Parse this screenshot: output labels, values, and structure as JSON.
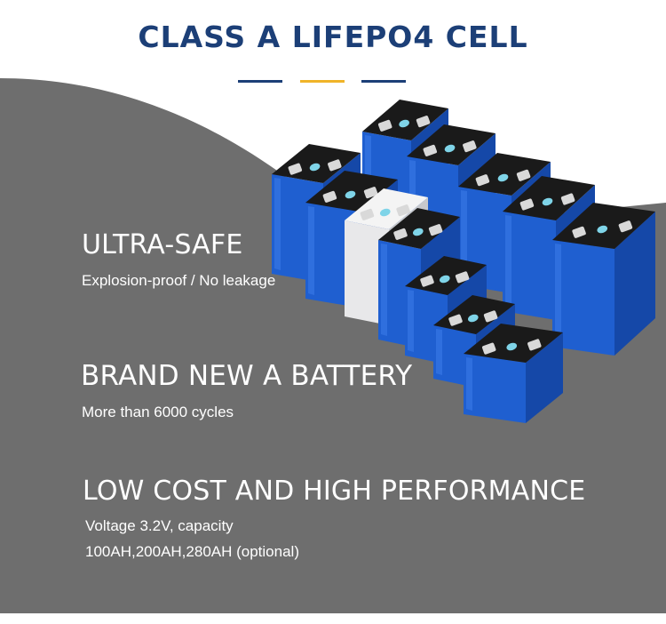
{
  "header": {
    "title": "CLASS A LIFEPO4 CELL",
    "divider_colors": [
      "#1c3f77",
      "#f0b429",
      "#1c3f77"
    ]
  },
  "features": [
    {
      "title": "ULTRA-SAFE",
      "lines": [
        "Explosion-proof / No leakage"
      ]
    },
    {
      "title": "BRAND NEW A BATTERY",
      "lines": [
        "More than 6000 cycles"
      ]
    },
    {
      "title": "LOW COST AND HIGH PERFORMANCE",
      "lines": [
        "Voltage 3.2V, capacity",
        "100AH,200AH,280AH (optional)"
      ]
    }
  ],
  "colors": {
    "background_band": "#6e6e6e",
    "title_blue": "#1c3f77",
    "accent_gold": "#f0b429",
    "cell_blue": "#1f5fd0",
    "cell_top": "#1a1a1a",
    "terminal": "#d9d9d9",
    "valve": "#7fd4e8"
  },
  "image": {
    "subject": "battery-cells-illustration"
  }
}
